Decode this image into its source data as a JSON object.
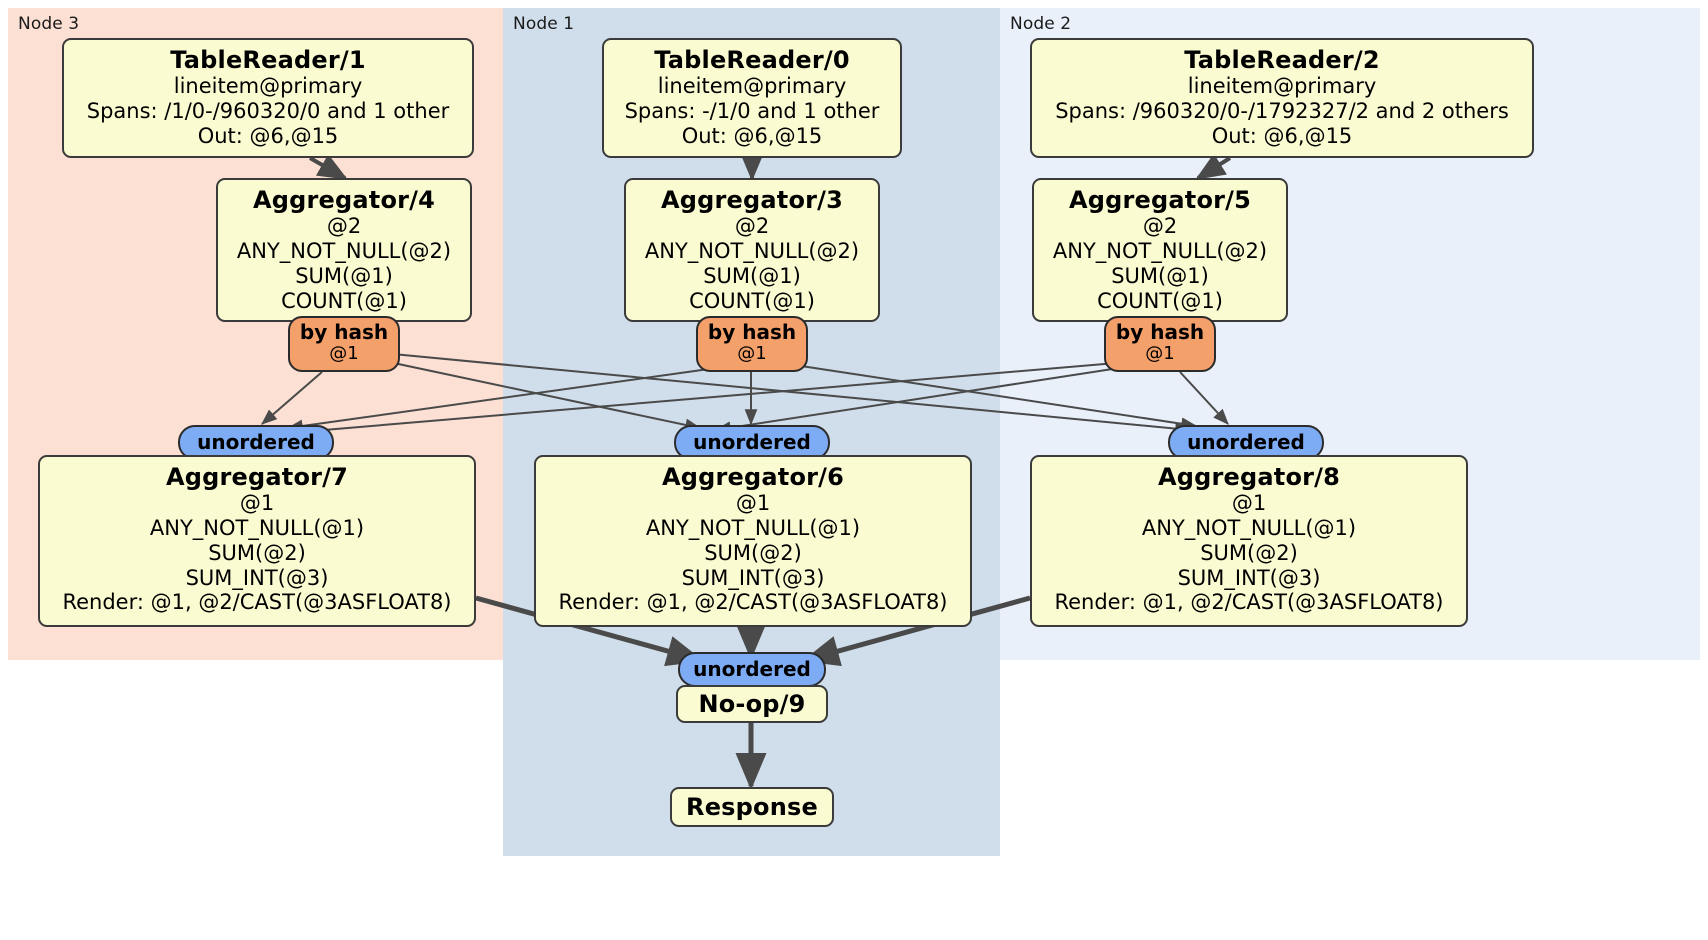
{
  "diagram": {
    "type": "distributed-query-plan",
    "panels": [
      {
        "id": "node3",
        "label": "Node 3",
        "color": "#fbe0d3"
      },
      {
        "id": "node1",
        "label": "Node 1",
        "color": "#cfdeea"
      },
      {
        "id": "node2",
        "label": "Node 2",
        "color": "#eaf0fa"
      }
    ],
    "colors": {
      "processor_fill": "#fbfbd2",
      "hash_router_fill": "#f4a06a",
      "unordered_synchronizer_fill": "#7dacf5",
      "border": "#3b3b3b",
      "edge": "#4a4a4a"
    },
    "readers": {
      "tr1": {
        "title": "TableReader/1",
        "lines": [
          "lineitem@primary",
          "Spans: /1/0-/960320/0 and 1 other",
          "Out: @6,@15"
        ]
      },
      "tr0": {
        "title": "TableReader/0",
        "lines": [
          "lineitem@primary",
          "Spans: -/1/0 and 1 other",
          "Out: @6,@15"
        ]
      },
      "tr2": {
        "title": "TableReader/2",
        "lines": [
          "lineitem@primary",
          "Spans: /960320/0-/1792327/2 and 2 others",
          "Out: @6,@15"
        ]
      }
    },
    "aggregators_local": {
      "agg4": {
        "title": "Aggregator/4",
        "lines": [
          "@2",
          "ANY_NOT_NULL(@2)",
          "SUM(@1)",
          "COUNT(@1)"
        ]
      },
      "agg3": {
        "title": "Aggregator/3",
        "lines": [
          "@2",
          "ANY_NOT_NULL(@2)",
          "SUM(@1)",
          "COUNT(@1)"
        ]
      },
      "agg5": {
        "title": "Aggregator/5",
        "lines": [
          "@2",
          "ANY_NOT_NULL(@2)",
          "SUM(@1)",
          "COUNT(@1)"
        ]
      }
    },
    "hash_routers": {
      "h4": {
        "label": "by hash",
        "column": "@1"
      },
      "h3": {
        "label": "by hash",
        "column": "@1"
      },
      "h5": {
        "label": "by hash",
        "column": "@1"
      }
    },
    "synchronizers": {
      "s7": {
        "label": "unordered"
      },
      "s6": {
        "label": "unordered"
      },
      "s8": {
        "label": "unordered"
      },
      "s9": {
        "label": "unordered"
      }
    },
    "aggregators_final": {
      "agg7": {
        "title": "Aggregator/7",
        "lines": [
          "@1",
          "ANY_NOT_NULL(@1)",
          "SUM(@2)",
          "SUM_INT(@3)",
          "Render: @1, @2/CAST(@3ASFLOAT8)"
        ]
      },
      "agg6": {
        "title": "Aggregator/6",
        "lines": [
          "@1",
          "ANY_NOT_NULL(@1)",
          "SUM(@2)",
          "SUM_INT(@3)",
          "Render: @1, @2/CAST(@3ASFLOAT8)"
        ]
      },
      "agg8": {
        "title": "Aggregator/8",
        "lines": [
          "@1",
          "ANY_NOT_NULL(@1)",
          "SUM(@2)",
          "SUM_INT(@3)",
          "Render: @1, @2/CAST(@3ASFLOAT8)"
        ]
      }
    },
    "terminal": {
      "noop": {
        "title": "No-op/9"
      },
      "response": {
        "title": "Response"
      }
    }
  }
}
